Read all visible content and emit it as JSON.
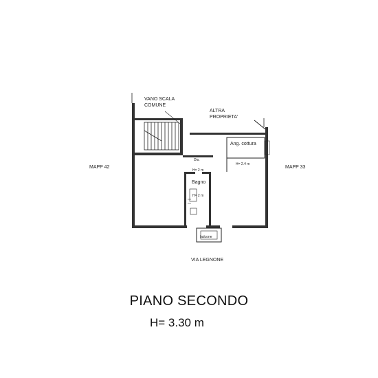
{
  "labels": {
    "stair_line1": "VANO SCALA",
    "stair_line2": "COMUNE",
    "other_line1": "ALTRA",
    "other_line2": "PROPRIETA'",
    "cooking": "Ang. cottura",
    "cooking_h": "H= 2.4 m",
    "bath": "Bagno",
    "bath_h": "H= 2 m",
    "corridor": "Dis.",
    "corridor_h": "H= 2 m",
    "balcony": "balcone",
    "mapp_left": "MAPP 42",
    "mapp_right": "MAPP 33",
    "street": "VIA LEGNONE"
  },
  "title": {
    "main": "PIANO SECONDO",
    "height": "H= 3.30 m"
  }
}
